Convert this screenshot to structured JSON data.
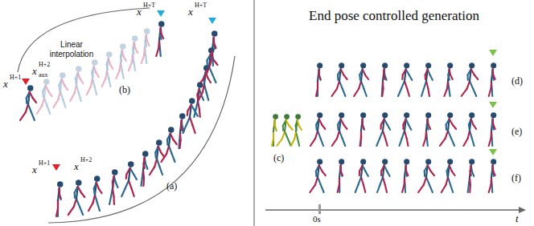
{
  "diagram": {
    "title": "End pose controlled generation",
    "labels": [
      "x",
      "H+T",
      "x",
      "H+T",
      "Linear interpolation",
      "(b)",
      "x",
      "H+1",
      "x",
      "H+2",
      "aux",
      "x",
      "H+1",
      "x",
      "H+2",
      "(a)",
      "(d)",
      "(e)",
      "(f)",
      "(c)",
      "0s",
      "t"
    ]
  }
}
